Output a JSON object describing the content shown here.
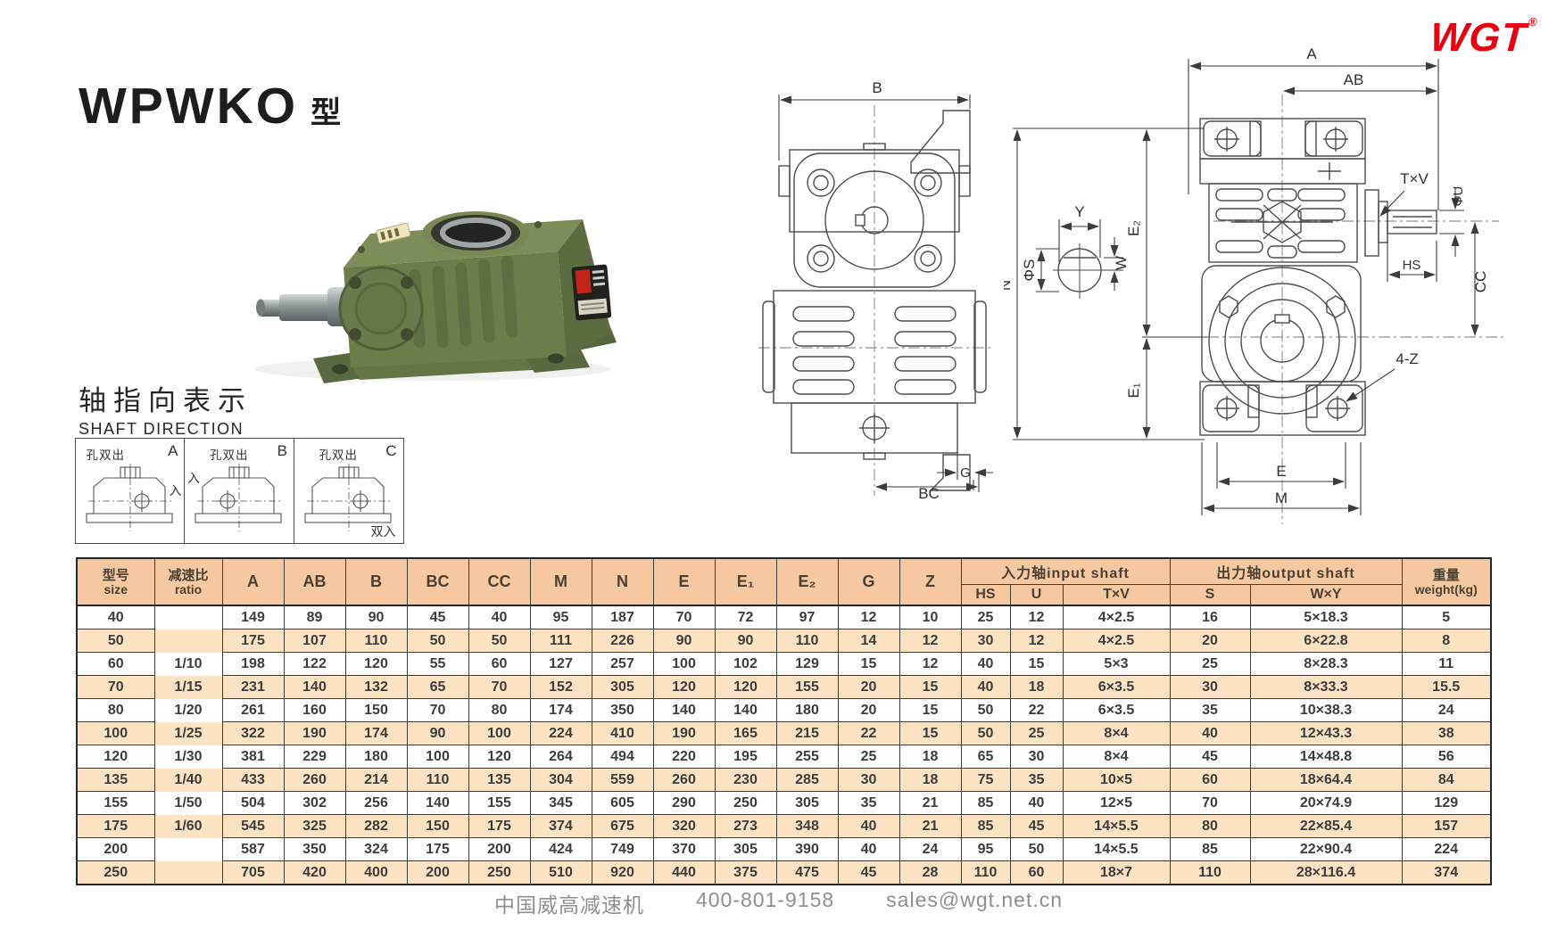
{
  "header": {
    "title": "WPWKO",
    "suffix": "型",
    "brand": "WGT",
    "reg": "®"
  },
  "shaft_direction": {
    "title_zh": "轴指向表示",
    "title_en": "SHAFT DIRECTION",
    "panels": [
      {
        "letter": "A",
        "hole_label": "孔双出",
        "input_label": "入"
      },
      {
        "letter": "B",
        "hole_label": "孔双出",
        "input_label": "入"
      },
      {
        "letter": "C",
        "hole_label": "孔双出",
        "input_label": "双入"
      }
    ]
  },
  "drawings": {
    "side_view": {
      "dim_b": "B",
      "dim_g": "G",
      "dim_bc": "BC"
    },
    "front_view": {
      "dim_a": "A",
      "dim_ab": "AB",
      "dim_y": "Y",
      "dim_w": "W",
      "dim_phi_s": "ΦS",
      "dim_txv": "T×V",
      "dim_phi_u": "ΦU",
      "dim_hs": "HS",
      "dim_cc": "CC",
      "dim_n": "N",
      "dim_e2": "E₂",
      "dim_e1": "E₁",
      "dim_4z": "4-Z",
      "dim_e": "E",
      "dim_m": "M"
    }
  },
  "table": {
    "header": {
      "size_zh": "型号",
      "size_en": "size",
      "ratio_zh": "减速比",
      "ratio_en": "ratio",
      "cols": [
        "A",
        "AB",
        "B",
        "BC",
        "CC",
        "M",
        "N",
        "E",
        "E₁",
        "E₂",
        "G",
        "Z"
      ],
      "input_shaft": "入力轴input shaft",
      "output_shaft": "出力轴output shaft",
      "input_sub": [
        "HS",
        "U",
        "T×V"
      ],
      "output_sub": [
        "S",
        "W×Y"
      ],
      "weight_zh": "重量",
      "weight_en": "weight(kg)"
    },
    "rows": [
      {
        "size": "40",
        "ratio": "",
        "cells": [
          "149",
          "89",
          "90",
          "45",
          "40",
          "95",
          "187",
          "70",
          "72",
          "97",
          "12",
          "10",
          "25",
          "12",
          "4×2.5",
          "16",
          "5×18.3",
          "5"
        ]
      },
      {
        "size": "50",
        "ratio": "",
        "cells": [
          "175",
          "107",
          "110",
          "50",
          "50",
          "111",
          "226",
          "90",
          "90",
          "110",
          "14",
          "12",
          "30",
          "12",
          "4×2.5",
          "20",
          "6×22.8",
          "8"
        ]
      },
      {
        "size": "60",
        "ratio": "1/10",
        "cells": [
          "198",
          "122",
          "120",
          "55",
          "60",
          "127",
          "257",
          "100",
          "102",
          "129",
          "15",
          "12",
          "40",
          "15",
          "5×3",
          "25",
          "8×28.3",
          "11"
        ]
      },
      {
        "size": "70",
        "ratio": "1/15",
        "cells": [
          "231",
          "140",
          "132",
          "65",
          "70",
          "152",
          "305",
          "120",
          "120",
          "155",
          "20",
          "15",
          "40",
          "18",
          "6×3.5",
          "30",
          "8×33.3",
          "15.5"
        ]
      },
      {
        "size": "80",
        "ratio": "1/20",
        "cells": [
          "261",
          "160",
          "150",
          "70",
          "80",
          "174",
          "350",
          "140",
          "140",
          "180",
          "20",
          "15",
          "50",
          "22",
          "6×3.5",
          "35",
          "10×38.3",
          "24"
        ]
      },
      {
        "size": "100",
        "ratio": "1/25",
        "cells": [
          "322",
          "190",
          "174",
          "90",
          "100",
          "224",
          "410",
          "190",
          "165",
          "215",
          "22",
          "15",
          "50",
          "25",
          "8×4",
          "40",
          "12×43.3",
          "38"
        ]
      },
      {
        "size": "120",
        "ratio": "1/30",
        "cells": [
          "381",
          "229",
          "180",
          "100",
          "120",
          "264",
          "494",
          "220",
          "195",
          "255",
          "25",
          "18",
          "65",
          "30",
          "8×4",
          "45",
          "14×48.8",
          "56"
        ]
      },
      {
        "size": "135",
        "ratio": "1/40",
        "cells": [
          "433",
          "260",
          "214",
          "110",
          "135",
          "304",
          "559",
          "260",
          "230",
          "285",
          "30",
          "18",
          "75",
          "35",
          "10×5",
          "60",
          "18×64.4",
          "84"
        ]
      },
      {
        "size": "155",
        "ratio": "1/50",
        "cells": [
          "504",
          "302",
          "256",
          "140",
          "155",
          "345",
          "605",
          "290",
          "250",
          "305",
          "35",
          "21",
          "85",
          "40",
          "12×5",
          "70",
          "20×74.9",
          "129"
        ]
      },
      {
        "size": "175",
        "ratio": "1/60",
        "cells": [
          "545",
          "325",
          "282",
          "150",
          "175",
          "374",
          "675",
          "320",
          "273",
          "348",
          "40",
          "21",
          "85",
          "45",
          "14×5.5",
          "80",
          "22×85.4",
          "157"
        ]
      },
      {
        "size": "200",
        "ratio": "",
        "cells": [
          "587",
          "350",
          "324",
          "175",
          "200",
          "424",
          "749",
          "370",
          "305",
          "390",
          "40",
          "24",
          "95",
          "50",
          "14×5.5",
          "85",
          "22×90.4",
          "224"
        ]
      },
      {
        "size": "250",
        "ratio": "",
        "cells": [
          "705",
          "420",
          "400",
          "200",
          "250",
          "510",
          "920",
          "440",
          "375",
          "475",
          "45",
          "28",
          "110",
          "60",
          "18×7",
          "110",
          "28×116.4",
          "374"
        ]
      }
    ]
  },
  "footer": {
    "company": "中国威高减速机",
    "phone": "400-801-9158",
    "email": "sales@wgt.net.cn"
  }
}
